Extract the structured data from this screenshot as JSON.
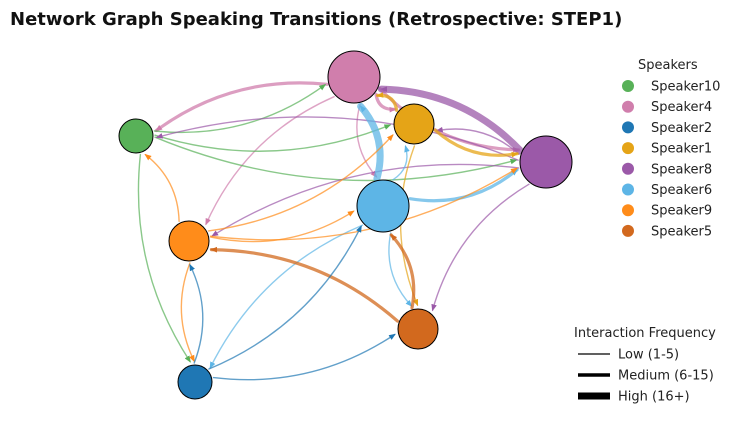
{
  "title": "Network Graph Speaking Transitions (Retrospective: STEP1)",
  "speakers_legend": {
    "title": "Speakers",
    "items": [
      {
        "name": "Speaker10",
        "color": "#58b158"
      },
      {
        "name": "Speaker4",
        "color": "#d07eac"
      },
      {
        "name": "Speaker2",
        "color": "#1f77b4"
      },
      {
        "name": "Speaker1",
        "color": "#e5a417"
      },
      {
        "name": "Speaker8",
        "color": "#9b59a8"
      },
      {
        "name": "Speaker6",
        "color": "#5db5e6"
      },
      {
        "name": "Speaker9",
        "color": "#ff8c1a"
      },
      {
        "name": "Speaker5",
        "color": "#d2691e"
      }
    ]
  },
  "frequency_legend": {
    "title": "Interaction Frequency",
    "items": [
      {
        "label": "Low (1-5)",
        "level": "low"
      },
      {
        "label": "Medium (6-15)",
        "level": "medium"
      },
      {
        "label": "High (16+)",
        "level": "high"
      }
    ]
  },
  "nodes": [
    {
      "id": "Speaker10",
      "color": "#58b158",
      "size": "small"
    },
    {
      "id": "Speaker4",
      "color": "#d07eac",
      "size": "large"
    },
    {
      "id": "Speaker2",
      "color": "#1f77b4",
      "size": "small"
    },
    {
      "id": "Speaker1",
      "color": "#e5a417",
      "size": "medium"
    },
    {
      "id": "Speaker8",
      "color": "#9b59a8",
      "size": "large"
    },
    {
      "id": "Speaker6",
      "color": "#5db5e6",
      "size": "large"
    },
    {
      "id": "Speaker9",
      "color": "#ff8c1a",
      "size": "medium"
    },
    {
      "id": "Speaker5",
      "color": "#d2691e",
      "size": "medium"
    }
  ],
  "edges": [
    {
      "from": "Speaker4",
      "to": "Speaker10",
      "level": "medium"
    },
    {
      "from": "Speaker4",
      "to": "Speaker9",
      "level": "low"
    },
    {
      "from": "Speaker4",
      "to": "Speaker1",
      "level": "medium"
    },
    {
      "from": "Speaker4",
      "to": "Speaker8",
      "level": "medium"
    },
    {
      "from": "Speaker4",
      "to": "Speaker6",
      "level": "low"
    },
    {
      "from": "Speaker10",
      "to": "Speaker4",
      "level": "low"
    },
    {
      "from": "Speaker10",
      "to": "Speaker1",
      "level": "low"
    },
    {
      "from": "Speaker10",
      "to": "Speaker8",
      "level": "low"
    },
    {
      "from": "Speaker10",
      "to": "Speaker2",
      "level": "low"
    },
    {
      "from": "Speaker8",
      "to": "Speaker4",
      "level": "high"
    },
    {
      "from": "Speaker8",
      "to": "Speaker1",
      "level": "low"
    },
    {
      "from": "Speaker8",
      "to": "Speaker9",
      "level": "low"
    },
    {
      "from": "Speaker8",
      "to": "Speaker5",
      "level": "low"
    },
    {
      "from": "Speaker8",
      "to": "Speaker10",
      "level": "low"
    },
    {
      "from": "Speaker6",
      "to": "Speaker4",
      "level": "high"
    },
    {
      "from": "Speaker6",
      "to": "Speaker8",
      "level": "medium"
    },
    {
      "from": "Speaker6",
      "to": "Speaker1",
      "level": "low"
    },
    {
      "from": "Speaker6",
      "to": "Speaker5",
      "level": "low"
    },
    {
      "from": "Speaker6",
      "to": "Speaker2",
      "level": "low"
    },
    {
      "from": "Speaker1",
      "to": "Speaker4",
      "level": "medium"
    },
    {
      "from": "Speaker1",
      "to": "Speaker8",
      "level": "medium"
    },
    {
      "from": "Speaker1",
      "to": "Speaker5",
      "level": "low"
    },
    {
      "from": "Speaker9",
      "to": "Speaker10",
      "level": "low"
    },
    {
      "from": "Speaker9",
      "to": "Speaker2",
      "level": "low"
    },
    {
      "from": "Speaker9",
      "to": "Speaker1",
      "level": "low"
    },
    {
      "from": "Speaker9",
      "to": "Speaker6",
      "level": "low"
    },
    {
      "from": "Speaker9",
      "to": "Speaker8",
      "level": "low"
    },
    {
      "from": "Speaker5",
      "to": "Speaker9",
      "level": "medium"
    },
    {
      "from": "Speaker5",
      "to": "Speaker6",
      "level": "medium"
    },
    {
      "from": "Speaker2",
      "to": "Speaker9",
      "level": "low"
    },
    {
      "from": "Speaker2",
      "to": "Speaker6",
      "level": "low"
    },
    {
      "from": "Speaker2",
      "to": "Speaker5",
      "level": "low"
    }
  ]
}
